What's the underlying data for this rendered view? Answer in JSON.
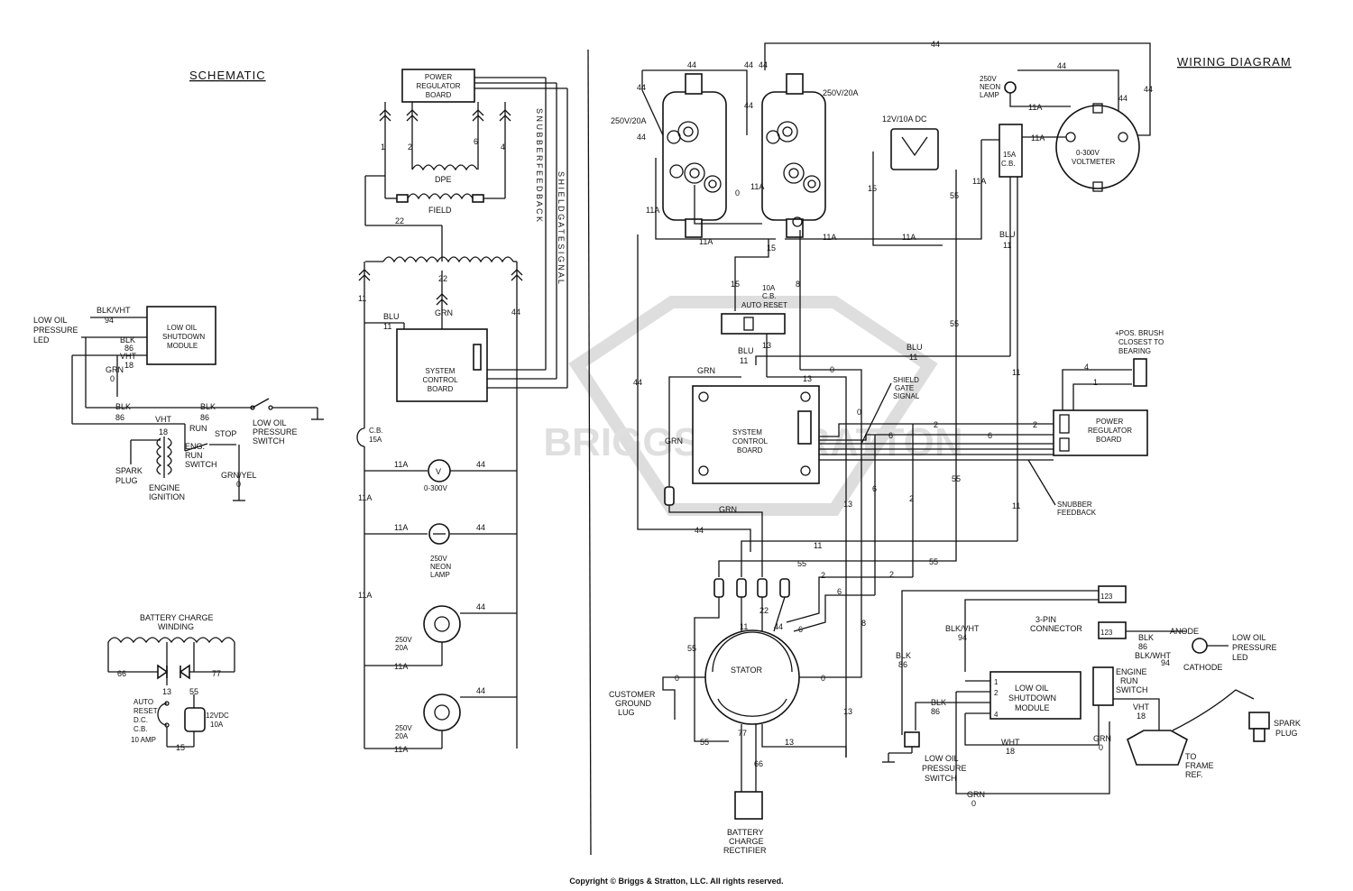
{
  "titles": {
    "schematic": "SCHEMATIC",
    "wiring": "WIRING DIAGRAM"
  },
  "watermark": "BRIGGS & STRATTON",
  "footer": "Copyright © Briggs & Stratton, LLC. All rights reserved.",
  "components": {
    "prb": [
      "POWER",
      "REGULATOR",
      "BOARD"
    ],
    "dpe": "DPE",
    "field": "FIELD",
    "feedback": "S N U B B E R   F E E D B A C K",
    "gate": "S H I E L D   G A T E   S I G N A L",
    "scb": [
      "SYSTEM",
      "CONTROL",
      "BOARD"
    ],
    "losm": [
      "LOW OIL",
      "SHUTDOWN",
      "MODULE"
    ],
    "lopled": [
      "LOW OIL",
      "PRESSURE",
      "LED"
    ],
    "lops": [
      "LOW OIL",
      "PRESSURE",
      "SWITCH"
    ],
    "ers": [
      "ENG.",
      "RUN",
      "SWITCH"
    ],
    "spark": [
      "SPARK",
      "PLUG"
    ],
    "ign": [
      "ENGINE",
      "IGNITION"
    ],
    "bcw": [
      "BATTERY CHARGE",
      "WINDING"
    ],
    "cb": [
      "AUTO",
      "RESET",
      "D.C.",
      "C.B.",
      "10 AMP"
    ],
    "v12": [
      "12VDC",
      "10A"
    ],
    "cb15": [
      "C.B.",
      "15A"
    ],
    "vm": "0-300V",
    "neon": [
      "250V",
      "NEON",
      "LAMP"
    ],
    "rec20": [
      "250V",
      "20A"
    ],
    "rec26": "250V/20A",
    "rec12": "12V/10A DC",
    "cb10": [
      "10A",
      "C.B.",
      "AUTO RESET"
    ],
    "cb15w": [
      "15A",
      "C.B."
    ],
    "neonw": [
      "250V",
      "NEON",
      "LAMP"
    ],
    "vmw": [
      "0-300V",
      "VOLTMETER"
    ],
    "brush": [
      "+POS. BRUSH",
      "CLOSEST TO",
      "BEARING"
    ],
    "shield": [
      "SHIELD",
      "GATE",
      "SIGNAL"
    ],
    "snubber": [
      "SNUBBER",
      "FEEDBACK"
    ],
    "stator": "STATOR",
    "cgl": [
      "CUSTOMER",
      "GROUND",
      "LUG"
    ],
    "bcr": [
      "BATTERY",
      "CHARGE",
      "RECTIFIER"
    ],
    "pin3": [
      "3-PIN",
      "CONNECTOR"
    ],
    "anode": "ANODE",
    "cathode": "CATHODE",
    "lopled2": [
      "LOW OIL",
      "PRESSURE",
      "LED"
    ],
    "ers2": [
      "ENGINE",
      "RUN",
      "SWITCH"
    ],
    "spark2": [
      "SPARK",
      "PLUG"
    ],
    "frame": [
      "TO",
      "FRAME",
      "REF."
    ],
    "lops2": [
      "LOW OIL",
      "PRESSURE",
      "SWITCH"
    ],
    "conn123": "123"
  },
  "switch_labels": {
    "run": "RUN",
    "stop": "STOP"
  },
  "wire_labels": {
    "n1": "1",
    "n2": "2",
    "n6": "6",
    "n4": "4",
    "n22": "22",
    "n11": "11",
    "n44": "44",
    "n11a": "11A",
    "n13": "13",
    "n55": "55",
    "n77": "77",
    "n66": "66",
    "n15": "15",
    "n0": "0",
    "n8": "8",
    "n86": "86",
    "n94": "94",
    "n18": "18",
    "blu": "BLU",
    "grn": "GRN",
    "blk": "BLK",
    "wht": "WHT",
    "blkwht": "BLK/VHT",
    "blkwht2": "BLK/WHT",
    "grnyel": "GRN/YEL",
    "vht": "VHT",
    "v": "V"
  }
}
